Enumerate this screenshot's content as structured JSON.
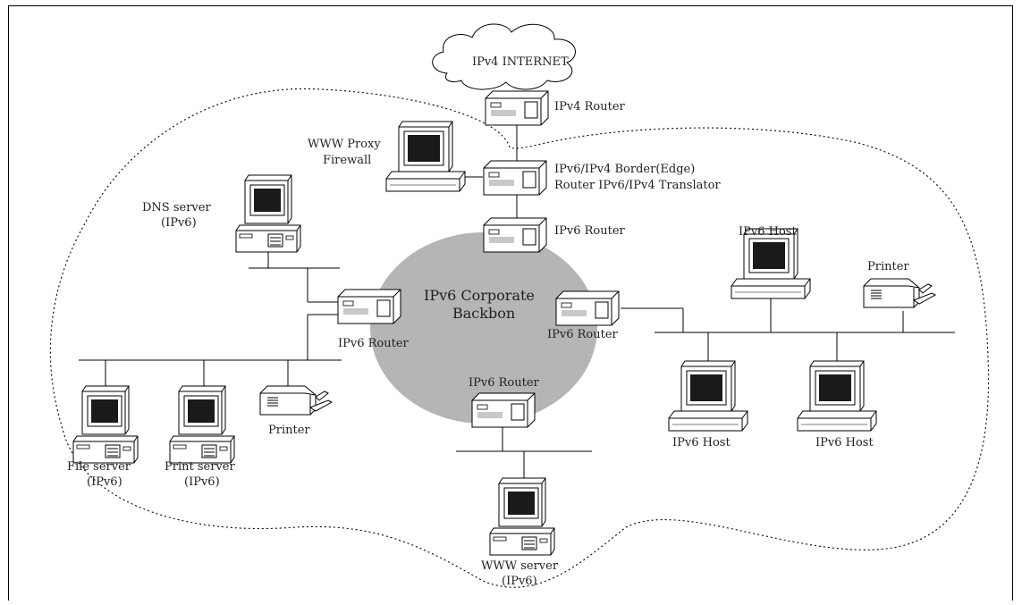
{
  "colors": {
    "backbone_fill": "#b5b5b5",
    "screen_fill": "#1a1a1a",
    "device_fill": "#ffffff",
    "line": "#000000"
  },
  "labels": {
    "internet": "IPv4 INTERNET",
    "ipv4_router": "IPv4 Router",
    "proxy_line1": "WWW Proxy",
    "proxy_line2": "Firewall",
    "border_line1": "IPv6/IPv4 Border(Edge)",
    "border_line2": "Router IPv6/IPv4 Translator",
    "ipv6_router_top": "IPv6 Router",
    "dns_line1": "DNS server",
    "dns_line2": "(IPv6)",
    "backbone_line1": "IPv6 Corporate",
    "backbone_line2": "Backbon",
    "router_left": "IPv6 Router",
    "router_right": "IPv6 Router",
    "router_bottom": "IPv6 Router",
    "host_top": "IPv6 Host",
    "printer_right": "Printer",
    "host_left": "IPv6 Host",
    "host_right": "IPv6 Host",
    "printer_left": "Printer",
    "file_server_line1": "File server",
    "file_server_line2": "(IPv6)",
    "print_server_line1": "Print server",
    "print_server_line2": "(IPv6)",
    "www_server_line1": "WWW server",
    "www_server_line2": "(IPv6)"
  },
  "icons": {
    "internet": "cloud-icon",
    "router": "router-icon",
    "pc": "desktop-pc-icon",
    "monitor": "monitor-icon",
    "printer": "printer-icon"
  }
}
